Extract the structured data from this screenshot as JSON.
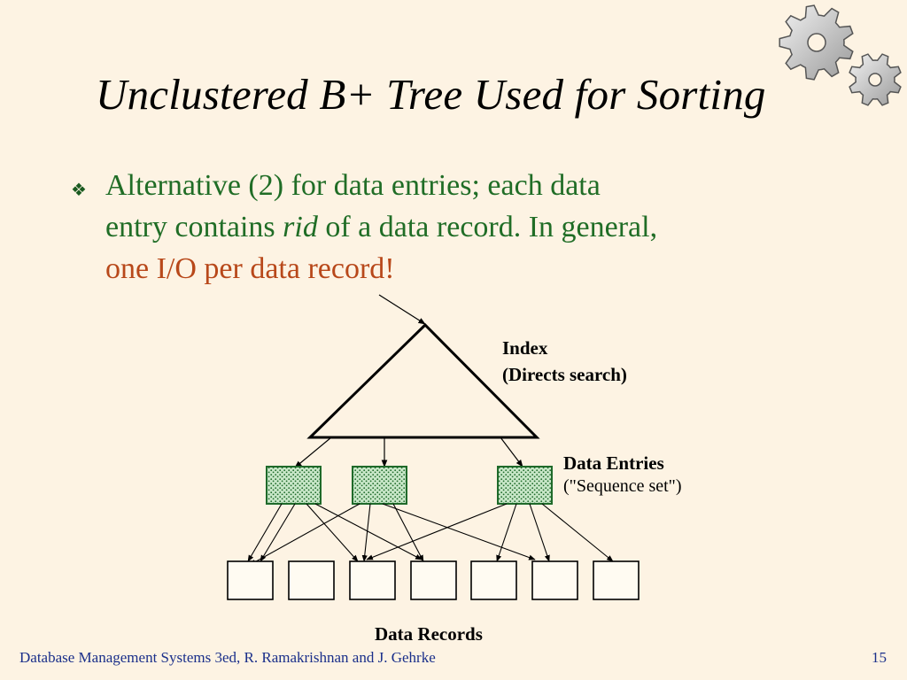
{
  "title": "Unclustered B+ Tree Used for Sorting",
  "bullet": {
    "marker": "❖",
    "line1": "Alternative (2) for data entries; each data",
    "line2_pre": "entry contains ",
    "line2_em": "rid",
    "line2_post": " of a data record.  In general,",
    "line3": "one I/O per data record!"
  },
  "diagram": {
    "index_label_1": "Index",
    "index_label_2": "(Directs search)",
    "entries_label_1": "Data Entries",
    "entries_label_2": "(\"Sequence set\")",
    "records_label": "Data Records",
    "data_entry_count": 3,
    "data_record_count": 7
  },
  "footer": {
    "left": "Database Management Systems 3ed,  R. Ramakrishnan and J. Gehrke",
    "page": "15"
  },
  "colors": {
    "background": "#fdf3e3",
    "bullet_text": "#206d26",
    "highlight": "#b8481a",
    "footer": "#1a2f8a",
    "entry_fill": "#2e8a3a"
  },
  "icons": [
    "gears-icon"
  ]
}
